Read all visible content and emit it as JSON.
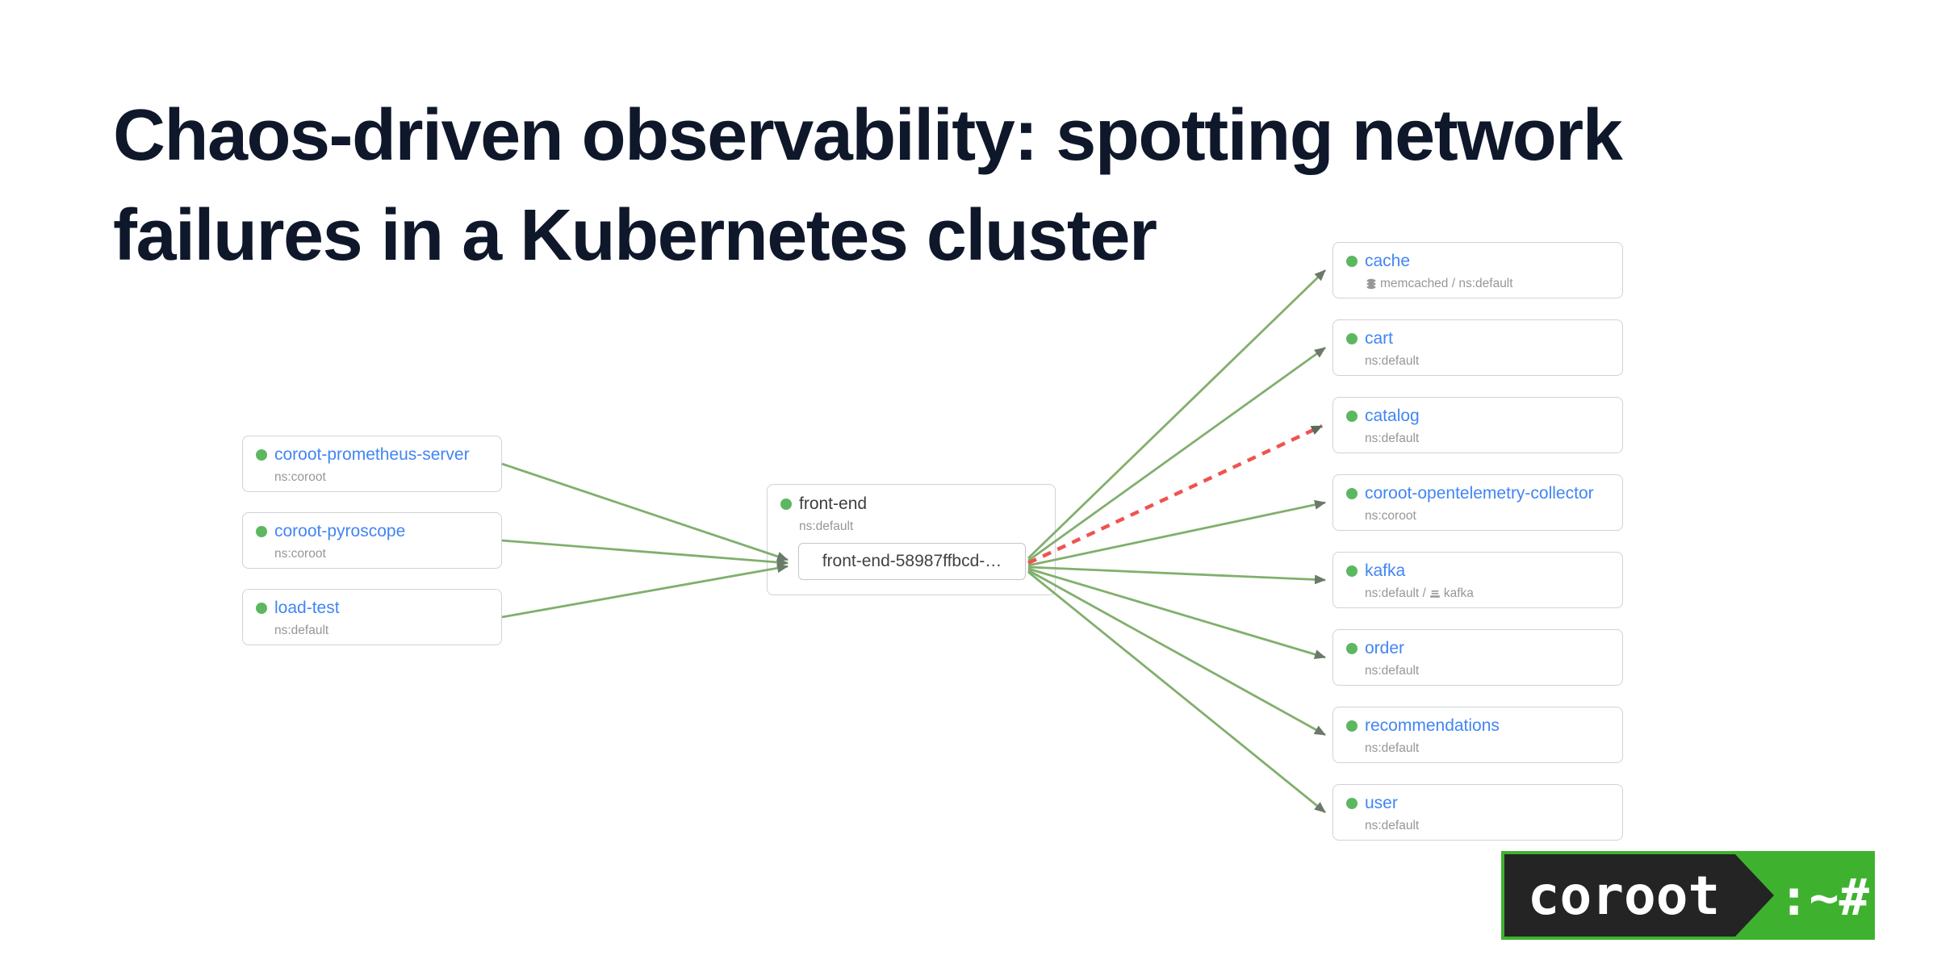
{
  "title": {
    "line1": "Chaos-driven observability: spotting network",
    "line2": "failures in a Kubernetes cluster"
  },
  "colors": {
    "headline_text": "#0f172a",
    "service_link_blue": "#4285f4",
    "healthy_dot_green": "#5cb860",
    "edge_ok_green": "#74a75e",
    "edge_fail_red": "#ef5350",
    "edge_arrowhead": "#5b6b5b",
    "subtitle_gray": "#979797",
    "logo_green": "#3eb22f",
    "logo_dark": "#242424"
  },
  "map": {
    "left_nodes": [
      {
        "name": "coroot-prometheus-server",
        "ns": "ns:coroot",
        "status": "healthy"
      },
      {
        "name": "coroot-pyroscope",
        "ns": "ns:coroot",
        "status": "healthy"
      },
      {
        "name": "load-test",
        "ns": "ns:default",
        "status": "healthy"
      }
    ],
    "center": {
      "name": "front-end",
      "ns": "ns:default",
      "instance": "front-end-58987ffbcd-…",
      "status": "healthy"
    },
    "right_nodes": [
      {
        "name": "cache",
        "subtitle": "memcached / ns:default",
        "icon": "database-icon",
        "status": "healthy"
      },
      {
        "name": "cart",
        "subtitle": "ns:default",
        "status": "healthy"
      },
      {
        "name": "catalog",
        "subtitle": "ns:default",
        "status": "healthy"
      },
      {
        "name": "coroot-opentelemetry-collector",
        "subtitle": "ns:coroot",
        "status": "healthy"
      },
      {
        "name": "kafka",
        "subtitle_prefix": "ns:default /",
        "subtitle_suffix": "kafka",
        "icon": "queue-icon",
        "status": "healthy"
      },
      {
        "name": "order",
        "subtitle": "ns:default",
        "status": "healthy"
      },
      {
        "name": "recommendations",
        "subtitle": "ns:default",
        "status": "healthy"
      },
      {
        "name": "user",
        "subtitle": "ns:default",
        "status": "healthy"
      }
    ],
    "edges": [
      {
        "from": "coroot-prometheus-server",
        "to": "front-end",
        "status": "ok"
      },
      {
        "from": "coroot-pyroscope",
        "to": "front-end",
        "status": "ok"
      },
      {
        "from": "load-test",
        "to": "front-end",
        "status": "ok"
      },
      {
        "from": "front-end",
        "to": "cache",
        "status": "ok"
      },
      {
        "from": "front-end",
        "to": "cart",
        "status": "ok"
      },
      {
        "from": "front-end",
        "to": "catalog",
        "status": "failed"
      },
      {
        "from": "front-end",
        "to": "coroot-opentelemetry-collector",
        "status": "ok"
      },
      {
        "from": "front-end",
        "to": "kafka",
        "status": "ok"
      },
      {
        "from": "front-end",
        "to": "order",
        "status": "ok"
      },
      {
        "from": "front-end",
        "to": "recommendations",
        "status": "ok"
      },
      {
        "from": "front-end",
        "to": "user",
        "status": "ok"
      }
    ]
  },
  "logo": {
    "brand": "coroot",
    "prompt": ":~#"
  }
}
